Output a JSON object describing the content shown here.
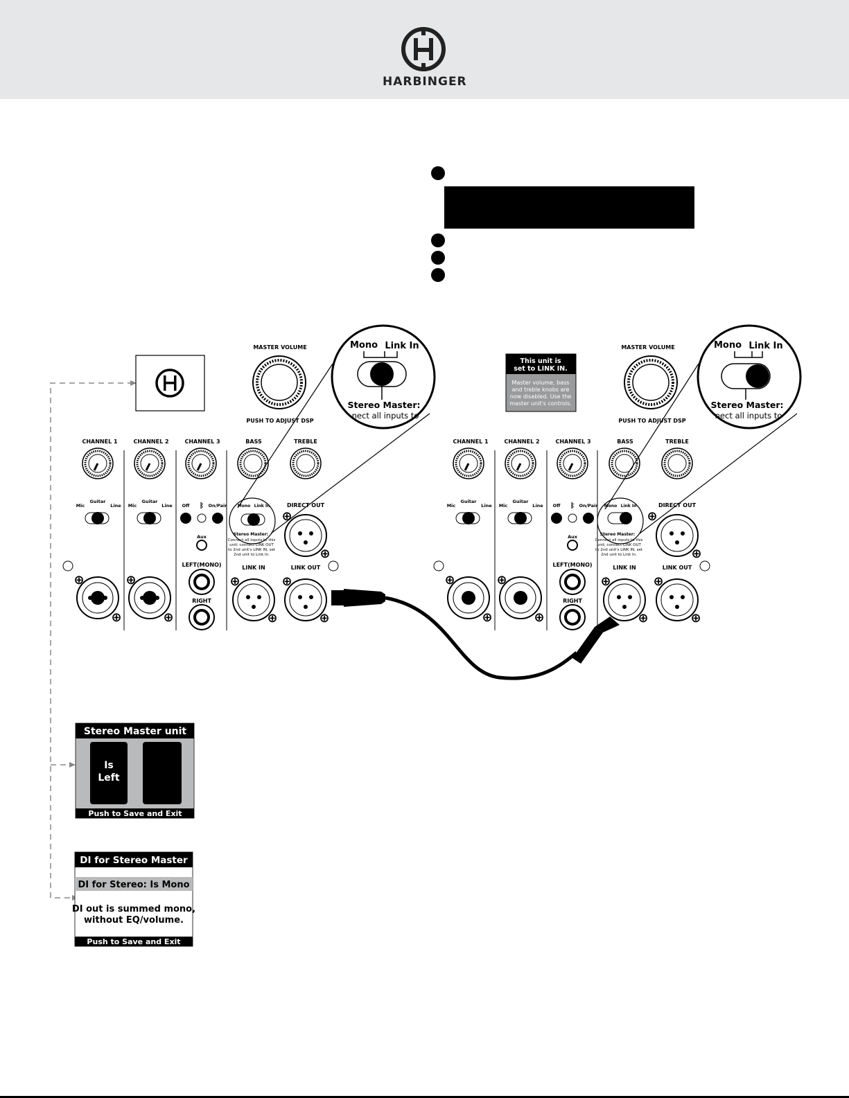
{
  "brand": {
    "name": "HARBINGER"
  },
  "panel_left": {
    "master_volume": "MASTER VOLUME",
    "push_dsp": "PUSH TO ADJUST DSP",
    "channels": [
      "CHANNEL 1",
      "CHANNEL 2",
      "CHANNEL 3",
      "BASS",
      "TREBLE"
    ],
    "mic": "Mic",
    "guitar": "Guitar",
    "line": "Line",
    "off": "Off",
    "on_pair": "On/Pair",
    "mono": "Mono",
    "link_in": "Link In",
    "stereo_master": "Stereo Master:",
    "stereo_note_1": "Connect all inputs to this",
    "stereo_note_2": "unit; connect LINK OUT",
    "stereo_note_3": "to 2nd unit's LINK IN, set",
    "stereo_note_4": "2nd unit to Link In.",
    "direct_out": "DIRECT OUT",
    "aux": "Aux",
    "left_mono": "LEFT(MONO)",
    "right": "RIGHT",
    "link_in_jack": "LINK IN",
    "link_out_jack": "LINK OUT"
  },
  "zoom_left": {
    "mono": "Mono",
    "link_in": "Link In",
    "stereo_master": "Stereo Master:",
    "note": "nect all inputs to"
  },
  "zoom_right": {
    "mono": "Mono",
    "link_in": "Link In",
    "stereo_master": "Stereo Master:",
    "note": "nect all inputs to"
  },
  "right_display": {
    "title_1": "This unit is",
    "title_2": "set to LINK IN.",
    "body_1": "Master volume, bass",
    "body_2": "and treble knobs are",
    "body_3": "now disabled. Use the",
    "body_4": "master unit's controls."
  },
  "screen_stereo": {
    "title": "Stereo Master unit",
    "option_line1": "Is",
    "option_line2": "Left",
    "footer": "Push to Save and Exit"
  },
  "screen_di": {
    "title": "DI for Stereo Master",
    "selected": "DI for Stereo: Is Mono",
    "desc_line1": "DI out is summed mono,",
    "desc_line2": "without EQ/volume.",
    "footer": "Push to Save and Exit"
  },
  "colors": {
    "header_bg": "#e6e7e8",
    "ink": "#000000",
    "screen_gray": "#b9babb",
    "label_gray": "#9a9b9c"
  }
}
